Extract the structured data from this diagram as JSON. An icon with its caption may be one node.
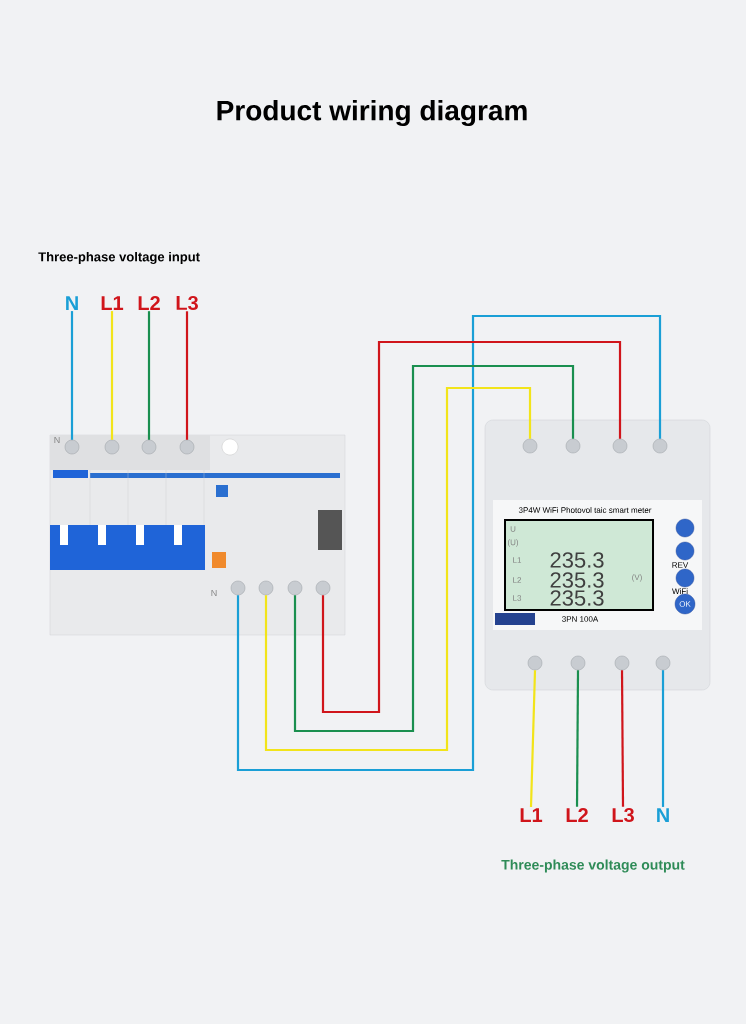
{
  "diagram": {
    "title": "Product wiring diagram",
    "nodes": [
      {
        "text": [
          "N"
        ]
      },
      {
        "text": [
          "L1"
        ]
      },
      {
        "text": [
          "L2"
        ]
      },
      {
        "text": [
          "L3"
        ]
      },
      {
        "text": [],
        "shape": "picture"
      },
      {
        "text": [],
        "shape": "circle",
        "in": 4
      },
      {
        "text": [],
        "shape": "circle",
        "in": 4
      },
      {
        "text": [],
        "shape": "circle",
        "in": 4
      },
      {
        "text": [],
        "shape": "circle",
        "in": 4
      },
      {
        "text": [],
        "shape": "circle",
        "in": 4
      },
      {
        "text": [],
        "shape": "circle",
        "in": 4
      },
      {
        "text": [],
        "shape": "circle",
        "in": 4
      },
      {
        "text": [],
        "shape": "circle",
        "in": 4
      },
      {
        "text": [
          "3P4W WiFi Photovol taic smart meter",
          "U",
          "(U)",
          "L1",
          "L2",
          "L3",
          "235.3",
          "235.3",
          "235.3",
          "(V)",
          "REV",
          "WiFi",
          "OK",
          "3PN 100A"
        ]
      },
      {
        "text": [],
        "shape": "circle",
        "in": 13
      },
      {
        "text": [],
        "shape": "circle",
        "in": 13
      },
      {
        "text": [],
        "shape": "circle",
        "in": 13
      },
      {
        "text": [],
        "shape": "circle",
        "in": 13
      },
      {
        "text": [],
        "shape": "circle",
        "in": 13
      },
      {
        "text": [],
        "shape": "circle",
        "in": 13
      },
      {
        "text": [],
        "shape": "circle",
        "in": 13
      },
      {
        "text": [],
        "shape": "circle",
        "in": 13
      },
      {
        "text": [
          "L1"
        ]
      },
      {
        "text": [
          "L2"
        ]
      },
      {
        "text": [
          "L3"
        ]
      },
      {
        "text": [
          "N"
        ]
      }
    ],
    "edges": [
      {
        "from": 0,
        "to": 5,
        "arrow": "none",
        "color": "#1a9fd6"
      },
      {
        "from": 1,
        "to": 6,
        "arrow": "none",
        "color": "#f2e41a"
      },
      {
        "from": 2,
        "to": 7,
        "arrow": "none",
        "color": "#1a8f4f"
      },
      {
        "from": 3,
        "to": 8,
        "arrow": "none",
        "color": "#d0151b"
      },
      {
        "from": 9,
        "to": 17,
        "arrow": "none",
        "color": "#1a9fd6"
      },
      {
        "from": 10,
        "to": 14,
        "arrow": "none",
        "color": "#f2e41a"
      },
      {
        "from": 11,
        "to": 15,
        "arrow": "none",
        "color": "#1a8f4f"
      },
      {
        "from": 12,
        "to": 16,
        "arrow": "none",
        "color": "#d0151b"
      },
      {
        "from": 18,
        "to": 22,
        "arrow": "none",
        "color": "#f2e41a"
      },
      {
        "from": 19,
        "to": 23,
        "arrow": "none",
        "color": "#1a8f4f"
      },
      {
        "from": 20,
        "to": 24,
        "arrow": "none",
        "color": "#d0151b"
      },
      {
        "from": 21,
        "to": 25,
        "arrow": "none",
        "color": "#1a9fd6"
      }
    ],
    "labels": [
      "Three-phase voltage input",
      "N",
      "N",
      "Three-phase voltage output"
    ]
  }
}
